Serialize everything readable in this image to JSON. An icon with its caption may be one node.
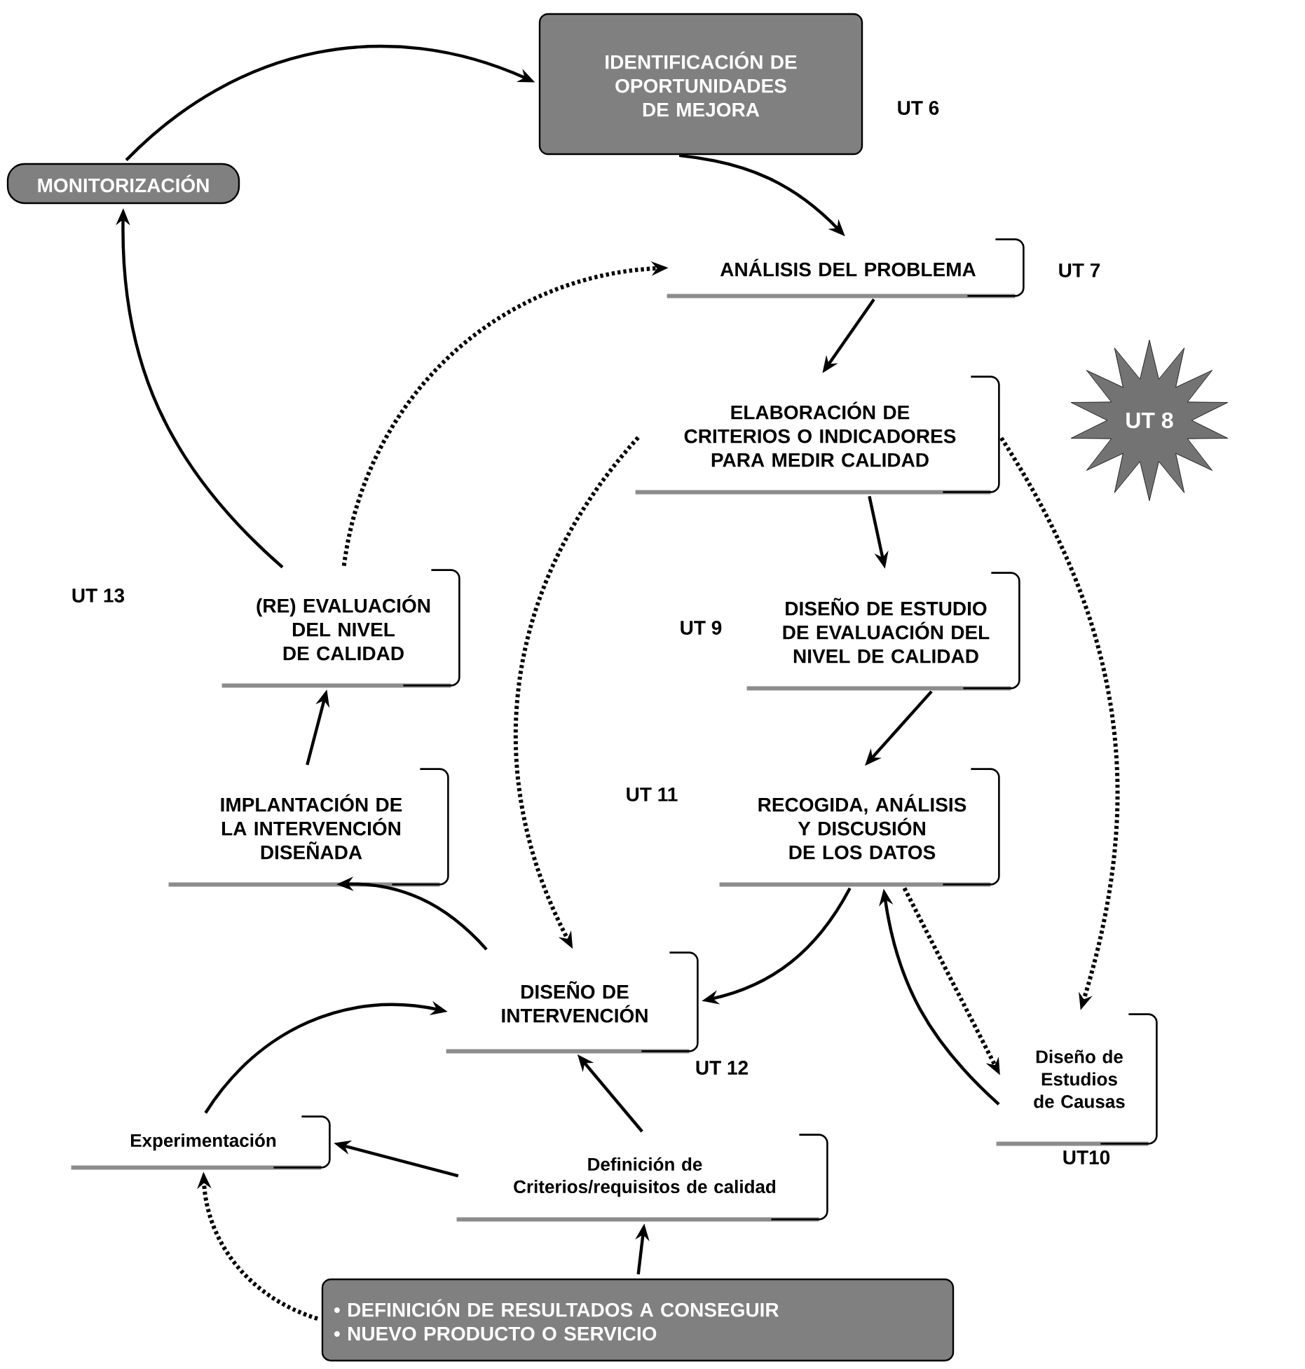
{
  "diagram": {
    "nodes": [
      {
        "text": [
          "IDENTIFICACIÓN DE OPORTUNIDADES DE MEJORA"
        ],
        "beside": [
          "UT 6"
        ]
      },
      {
        "text": [
          "MONITORIZACIÓN"
        ]
      },
      {
        "text": [
          "ANÁLISIS DEL PROBLEMA"
        ],
        "beside": [
          "UT 7"
        ]
      },
      {
        "text": [
          "ELABORACIÓN DE CRITERIOS O INDICADORES PARA MEDIR CALIDAD"
        ]
      },
      {
        "text": [
          "UT 8"
        ]
      },
      {
        "text": [
          "(RE) EVALUACIÓN DEL NIVEL DE CALIDAD"
        ]
      },
      {
        "text": [
          "DISEÑO DE ESTUDIO DE EVALUACIÓN DEL NIVEL DE CALIDAD"
        ],
        "beside": [
          "UT 9"
        ]
      },
      {
        "text": [
          "IMPLANTACIÓN DE LA INTERVENCIÓN DISEÑADA"
        ]
      },
      {
        "text": [
          "RECOGIDA, ANÁLISIS Y DISCUSIÓN DE LOS DATOS"
        ],
        "beside": [
          "UT 11"
        ]
      },
      {
        "text": [
          "DISEÑO DE INTERVENCIÓN"
        ],
        "beside": [
          "UT 12"
        ]
      },
      {
        "text": [
          "Diseño de Estudios de Causas"
        ],
        "beside": [
          "UT10"
        ]
      },
      {
        "text": [
          "Experimentación"
        ]
      },
      {
        "text": [
          "Definición de Criterios/requisitos de calidad"
        ]
      },
      {
        "text": [
          "• DEFINICIÓN DE RESULTADOS A CONSEGUIR",
          "• NUEVO PRODUCTO O SERVICIO"
        ]
      }
    ],
    "labels": [
      "UT 13"
    ],
    "edges": [
      {
        "from": 1,
        "to": 0,
        "arrow": "to"
      },
      {
        "from": 0,
        "to": 2,
        "arrow": "to"
      },
      {
        "from": 2,
        "to": 3,
        "arrow": "to"
      },
      {
        "from": 5,
        "to": 2,
        "arrow": "to",
        "style": "dashed"
      },
      {
        "from": 3,
        "to": 9,
        "arrow": "to",
        "style": "dashed"
      },
      {
        "from": 3,
        "to": 6,
        "arrow": "to"
      },
      {
        "from": 3,
        "to": 10,
        "arrow": "to",
        "style": "dashed"
      },
      {
        "from": 6,
        "to": 8,
        "arrow": "to"
      },
      {
        "from": 8,
        "to": 9,
        "arrow": "to"
      },
      {
        "from": 8,
        "to": 10,
        "arrow": "to",
        "style": "dashed"
      },
      {
        "from": 10,
        "to": 8,
        "arrow": "to"
      },
      {
        "from": 5,
        "to": 1,
        "arrow": "to"
      },
      {
        "from": 7,
        "to": 5,
        "arrow": "to"
      },
      {
        "from": 9,
        "to": 7,
        "arrow": "to"
      },
      {
        "from": 11,
        "to": 9,
        "arrow": "to"
      },
      {
        "from": 12,
        "to": 9,
        "arrow": "to"
      },
      {
        "from": 12,
        "to": 11,
        "arrow": "to"
      },
      {
        "from": 13,
        "to": 12,
        "arrow": "to"
      },
      {
        "from": 13,
        "to": 11,
        "arrow": "to",
        "style": "dashed"
      }
    ]
  }
}
